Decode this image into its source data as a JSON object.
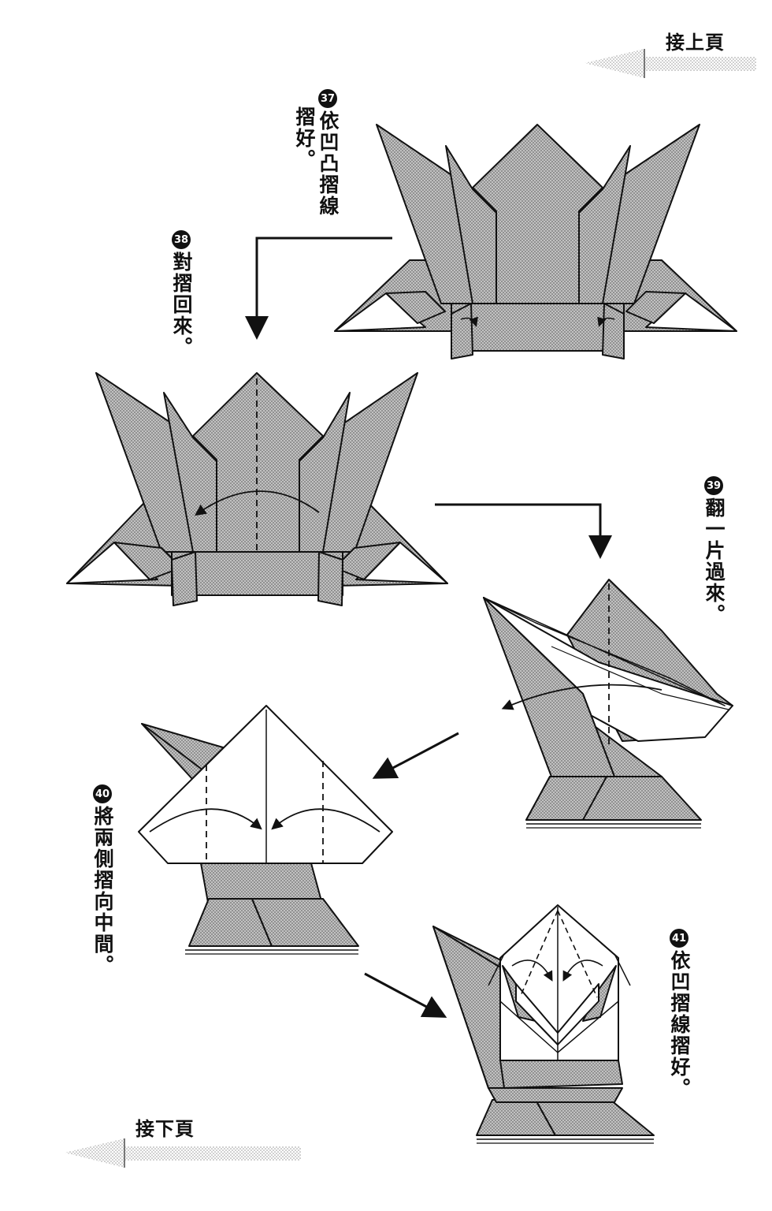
{
  "nav": {
    "prev_label": "接上頁",
    "next_label": "接下頁"
  },
  "steps": [
    {
      "number": "37",
      "lines": [
        "依凹凸摺線",
        "摺好。"
      ]
    },
    {
      "number": "38",
      "lines": [
        "對摺回來。"
      ]
    },
    {
      "number": "39",
      "lines": [
        "翻一片過來。"
      ]
    },
    {
      "number": "40",
      "lines": [
        "將兩側摺向中間。"
      ]
    },
    {
      "number": "41",
      "lines": [
        "依凹摺線摺好。"
      ]
    }
  ],
  "colors": {
    "paper_fill": "#b3b3b3",
    "outline": "#111111",
    "page_background": "#ffffff"
  }
}
